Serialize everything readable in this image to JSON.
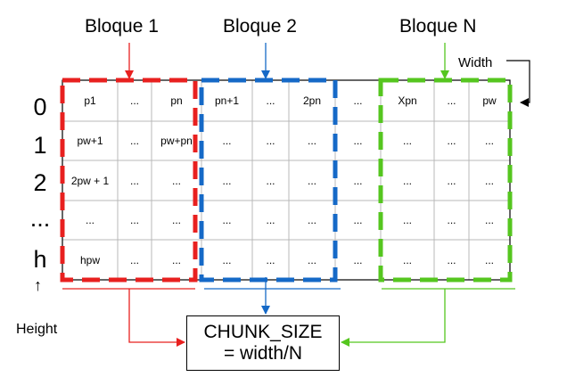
{
  "blocks": [
    {
      "title": "Bloque 1",
      "color": "#e8201f"
    },
    {
      "title": "Bloque 2",
      "color": "#1569c7"
    },
    {
      "title": "Bloque N",
      "color": "#55c61f"
    }
  ],
  "labels": {
    "width": "Width",
    "height": "Height",
    "height_arrow": "↑",
    "chunk_line1": "CHUNK_SIZE",
    "chunk_line2": "= width/N"
  },
  "row_labels": [
    "0",
    "1",
    "2",
    "...",
    "h"
  ],
  "grid": [
    [
      "p1",
      "...",
      "pn",
      "pn+1",
      "...",
      "2pn",
      "...",
      "Xpn",
      "...",
      "pw"
    ],
    [
      "pw+1",
      "...",
      "pw+pn",
      "...",
      "...",
      "...",
      "...",
      "...",
      "...",
      "..."
    ],
    [
      "2pw + 1",
      "...",
      "...",
      "...",
      "...",
      "...",
      "...",
      "...",
      "...",
      "..."
    ],
    [
      "...",
      "...",
      "...",
      "...",
      "...",
      "...",
      "...",
      "...",
      "...",
      "..."
    ],
    [
      "hpw",
      "...",
      "...",
      "...",
      "...",
      "...",
      "...",
      "...",
      "...",
      "..."
    ]
  ]
}
